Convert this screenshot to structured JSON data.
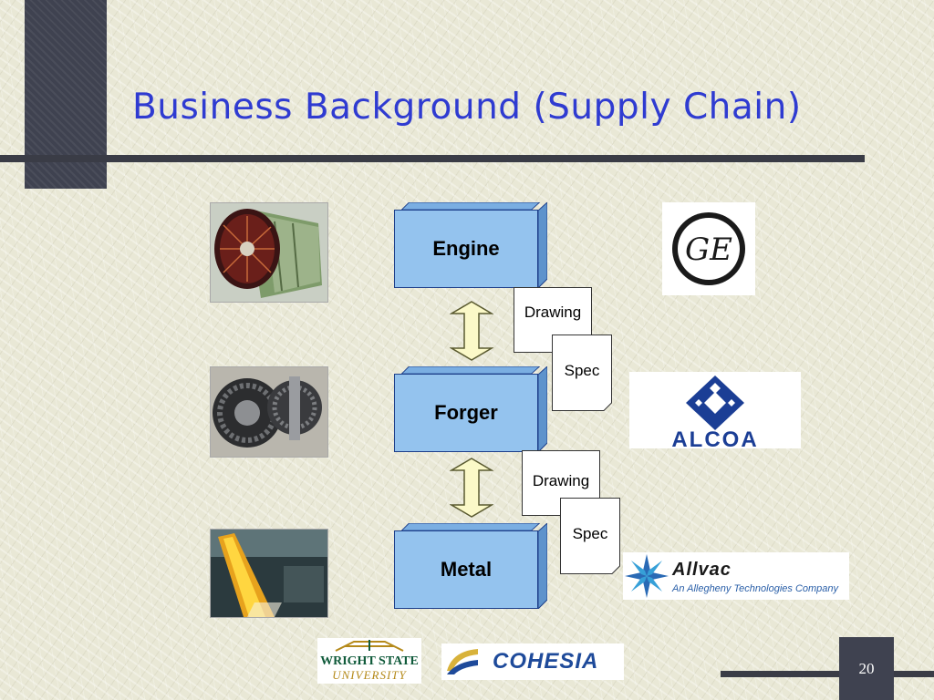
{
  "slide": {
    "title": "Business Background (Supply Chain)",
    "page_number": "20"
  },
  "diagram": {
    "nodes": [
      {
        "id": "engine",
        "label": "Engine"
      },
      {
        "id": "forger",
        "label": "Forger"
      },
      {
        "id": "metal",
        "label": "Metal"
      }
    ],
    "documents": [
      {
        "id": "drawing-1",
        "label": "Drawing"
      },
      {
        "id": "spec-1",
        "label": "Spec"
      },
      {
        "id": "drawing-2",
        "label": "Drawing"
      },
      {
        "id": "spec-2",
        "label": "Spec"
      }
    ],
    "colors": {
      "box_fill": "#94c3ee",
      "box_border": "#1d3f8a",
      "arrow_fill": "#fbf9c8",
      "title": "#2f3bd1"
    }
  },
  "logos": {
    "ge": "GE",
    "alcoa": "ALCOA",
    "allvac_name": "Allvac",
    "allvac_tagline": "An Allegheny Technologies Company",
    "wright_state_line1": "WRIGHT STATE",
    "wright_state_line2": "UNIVERSITY",
    "cohesia": "COHESIA"
  },
  "images": [
    "jet-engine-photo",
    "turbine-disk-photo",
    "hot-metal-bar-photo"
  ]
}
